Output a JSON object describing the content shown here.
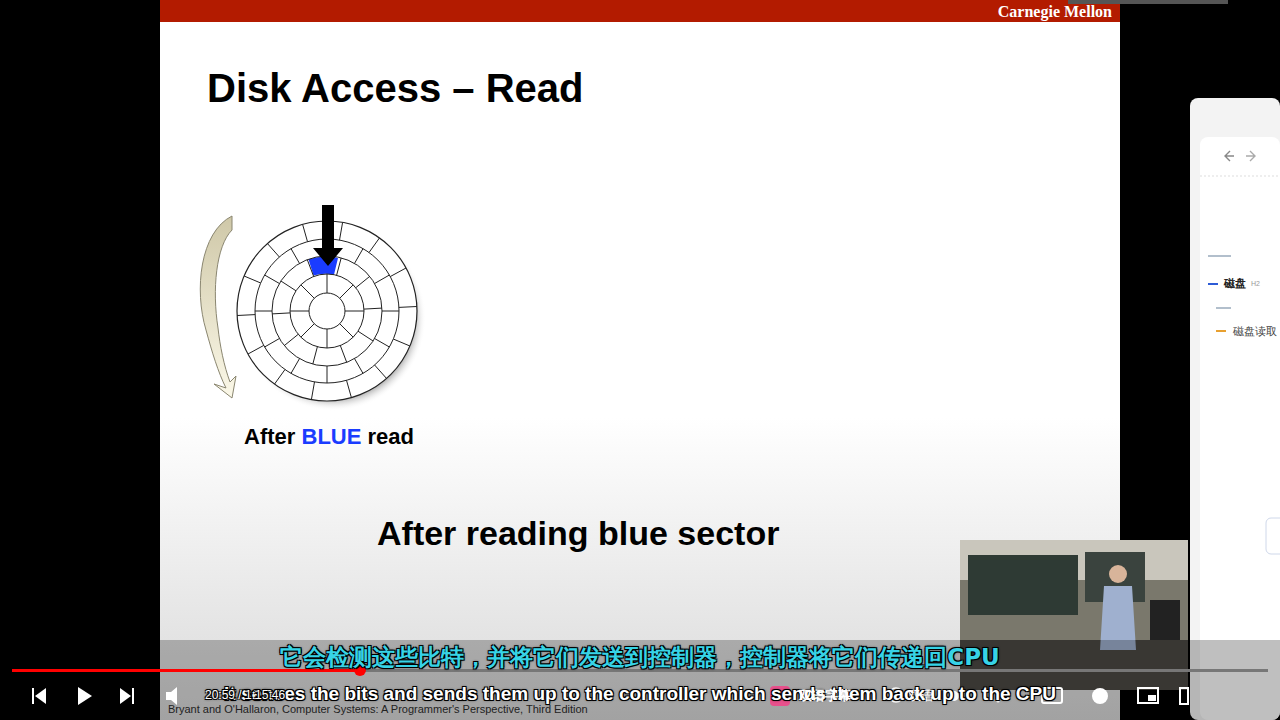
{
  "diagram": {
    "title": "Disk Access – Read",
    "labels": [
      "Carnegie Mellon",
      "After",
      "BLUE",
      "read",
      "After reading blue sector",
      "Bryant and O'Hallaron, Computer Systems: A Programmer's Perspective, Third Edition",
      "磁盘",
      "H2",
      "磁盘读取",
      "它会检测这些比特，并将它们发送到控制器，控制器将它们传递回CPU",
      "It senses the bits and sends them up to the controller which sends them back up to the CPU",
      "20:59 / 1:15:46",
      "双语字幕",
      "双语"
    ]
  }
}
